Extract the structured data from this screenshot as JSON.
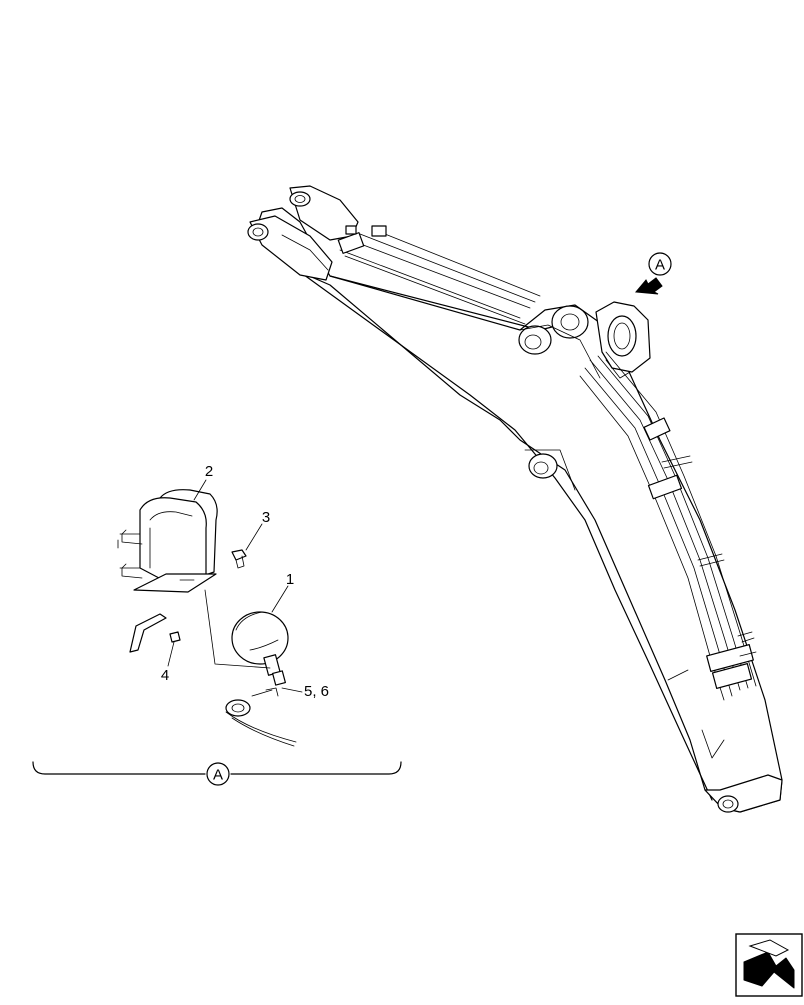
{
  "diagram": {
    "view_markers": {
      "arrow_marker": "A",
      "detail_marker": "A"
    },
    "callouts": [
      {
        "id": "1",
        "label": "1"
      },
      {
        "id": "2",
        "label": "2"
      },
      {
        "id": "3",
        "label": "3"
      },
      {
        "id": "4",
        "label": "4"
      },
      {
        "id": "5_6",
        "label": "5, 6"
      }
    ],
    "nav_icon": "next-page-arrow-icon"
  }
}
